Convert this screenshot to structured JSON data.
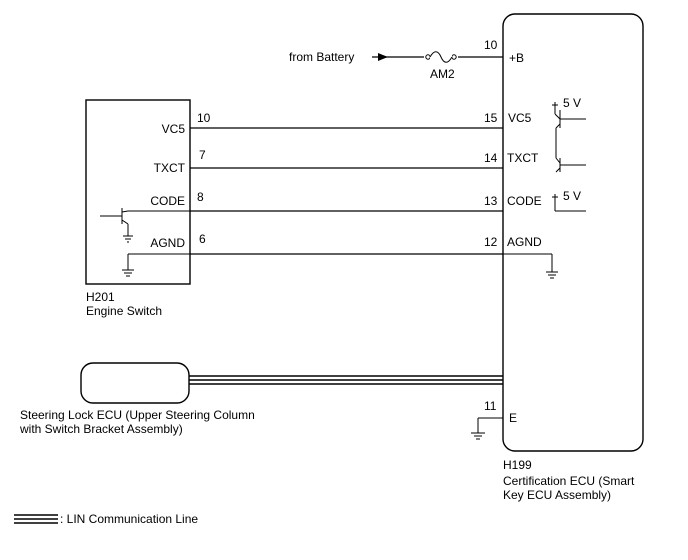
{
  "battery": {
    "label": "from Battery",
    "fuse": "AM2",
    "pin": "10",
    "terminal": "+B"
  },
  "engine_switch": {
    "connector": "H201",
    "name": "Engine Switch",
    "signals": [
      {
        "label": "VC5",
        "pin": "10"
      },
      {
        "label": "TXCT",
        "pin": "7"
      },
      {
        "label": "CODE",
        "pin": "8"
      },
      {
        "label": "AGND",
        "pin": "6"
      }
    ]
  },
  "certification_ecu": {
    "connector": "H199",
    "name_line1": "Certification ECU (Smart",
    "name_line2": "Key ECU Assembly)",
    "signals": [
      {
        "label": "VC5",
        "pin": "15"
      },
      {
        "label": "TXCT",
        "pin": "14"
      },
      {
        "label": "CODE",
        "pin": "13"
      },
      {
        "label": "AGND",
        "pin": "12"
      }
    ],
    "ground": {
      "label": "E",
      "pin": "11"
    },
    "supply_vc5": "5 V",
    "supply_code": "5 V"
  },
  "steering_lock": {
    "name_line1": "Steering Lock ECU (Upper Steering Column",
    "name_line2": "with Switch Bracket Assembly)"
  },
  "legend": {
    "lin_label": ": LIN Communication Line"
  }
}
